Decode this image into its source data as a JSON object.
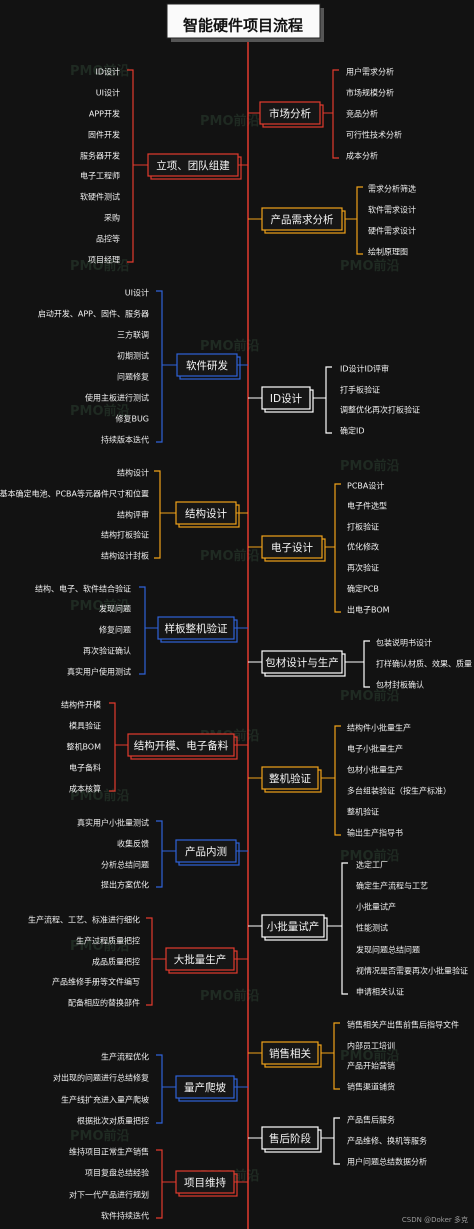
{
  "title": "智能硬件项目流程",
  "credit": "CSDN @Doker 多克",
  "watermark": "PMO前沿",
  "colors": {
    "spine": "#e23b2e",
    "red": "#e23b2e",
    "orange": "#f0a21a",
    "blue": "#2f62d8",
    "white": "#ffffff"
  },
  "nodes": [
    {
      "label": "市场分析",
      "side": "right",
      "accent": "red",
      "leaves": [
        "用户需求分析",
        "市场规模分析",
        "竞品分析",
        "可行性技术分析",
        "成本分析"
      ]
    },
    {
      "label": "立项、团队组建",
      "side": "left",
      "accent": "red",
      "leaves": [
        "ID设计",
        "UI设计",
        "APP开发",
        "固件开发",
        "服务器开发",
        "电子工程师",
        "软硬件测试",
        "采购",
        "品控等",
        "项目经理"
      ]
    },
    {
      "label": "产品需求分析",
      "side": "right",
      "accent": "orange",
      "leaves": [
        "需求分析筛选",
        "软件需求设计",
        "硬件需求设计",
        "绘制原理图"
      ]
    },
    {
      "label": "软件研发",
      "side": "left",
      "accent": "blue",
      "leaves": [
        "UI设计",
        "启动开发、APP、固件、服务器",
        "三方联调",
        "初期测试",
        "问题修复",
        "使用主板进行测试",
        "修复BUG",
        "持续版本迭代"
      ]
    },
    {
      "label": "ID设计",
      "side": "right",
      "accent": "white",
      "leaves": [
        "ID设计ID评审",
        "打手板验证",
        "调整优化再次打板验证",
        "确定ID"
      ]
    },
    {
      "label": "结构设计",
      "side": "left",
      "accent": "orange",
      "leaves": [
        "结构设计",
        "基本确定电池、PCBA等元器件尺寸和位置",
        "结构评审",
        "结构打板验证",
        "结构设计封板"
      ]
    },
    {
      "label": "电子设计",
      "side": "right",
      "accent": "orange",
      "leaves": [
        "PCBA设计",
        "电子件选型",
        "打板验证",
        "优化修改",
        "再次验证",
        "确定PCB",
        "出电子BOM"
      ]
    },
    {
      "label": "样板整机验证",
      "side": "left",
      "accent": "blue",
      "leaves": [
        "结构、电子、软件结合验证",
        "发现问题",
        "修复问题",
        "再次验证确认",
        "真实用户使用测试"
      ]
    },
    {
      "label": "包材设计与生产",
      "side": "right",
      "accent": "white",
      "leaves": [
        "包装说明书设计",
        "打样确认材质、效果、质量",
        "包材封板确认"
      ]
    },
    {
      "label": "结构开模、电子备料",
      "side": "left",
      "accent": "red",
      "leaves": [
        "结构件开模",
        "模具验证",
        "整机BOM",
        "电子备料",
        "成本核算"
      ]
    },
    {
      "label": "整机验证",
      "side": "right",
      "accent": "orange",
      "leaves": [
        "结构件小批量生产",
        "电子小批量生产",
        "包材小批量生产",
        "多台组装验证（按生产标准）",
        "整机验证",
        "输出生产指导书"
      ]
    },
    {
      "label": "产品内测",
      "side": "left",
      "accent": "blue",
      "leaves": [
        "真实用户小批量测试",
        "收集反馈",
        "分析总结问题",
        "提出方案优化"
      ]
    },
    {
      "label": "小批量试产",
      "side": "right",
      "accent": "white",
      "leaves": [
        "选定工厂",
        "确定生产流程与工艺",
        "小批量试产",
        "性能测试",
        "发现问题总结问题",
        "视情况是否需要再次小批量验证",
        "申请相关认证"
      ]
    },
    {
      "label": "大批量生产",
      "side": "left",
      "accent": "red",
      "leaves": [
        "生产流程、工艺、标准进行细化",
        "生产过程质量把控",
        "成品质量把控",
        "产品维修手册等文件编写",
        "配备相应的替换部件"
      ]
    },
    {
      "label": "销售相关",
      "side": "right",
      "accent": "orange",
      "leaves": [
        "销售相关产出售前售后指导文件",
        "内部员工培训",
        "产品开始营销",
        "销售渠道铺货"
      ]
    },
    {
      "label": "量产爬坡",
      "side": "left",
      "accent": "blue",
      "leaves": [
        "生产流程优化",
        "对出现的问题进行总结修复",
        "生产线扩充进入量产爬坡",
        "根据批次对质量把控"
      ]
    },
    {
      "label": "售后阶段",
      "side": "right",
      "accent": "white",
      "leaves": [
        "产品售后服务",
        "产品维修、换机等服务",
        "用户问题总结数据分析"
      ]
    },
    {
      "label": "项目维持",
      "side": "left",
      "accent": "red",
      "leaves": [
        "维持项目正常生产销售",
        "项目复盘总结经验",
        "对下一代产品进行规划",
        "软件持续迭代"
      ]
    }
  ]
}
